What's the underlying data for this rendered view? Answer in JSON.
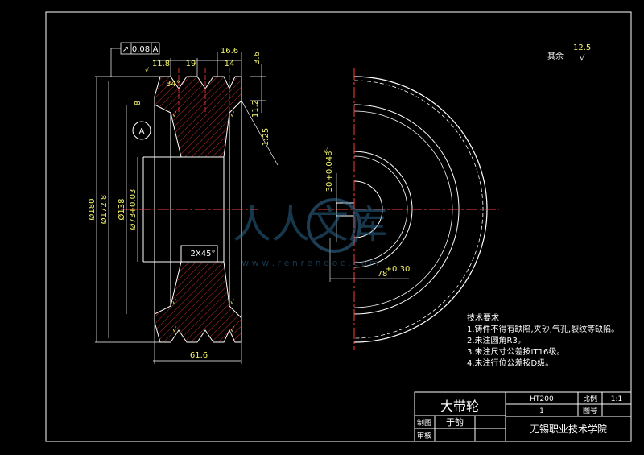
{
  "drawing": {
    "title_block": {
      "part_name": "大带轮",
      "material": "HT200",
      "scale_label": "比例",
      "scale_value": "1:1",
      "quantity": "1",
      "drawing_no_label": "图号",
      "drafter_label": "制图",
      "drafter_name": "于韵",
      "checker_label": "审核",
      "school": "无锡职业技术学院"
    },
    "notes": {
      "heading": "技术要求",
      "items": [
        "1.铸件不得有缺陷,夹砂,气孔,裂纹等缺陷。",
        "2.未注圆角R3。",
        "3.未注尺寸公差按IT16级。",
        "4.未注行位公差按D级。"
      ]
    },
    "roughness_note": {
      "label": "其余",
      "value": "12.5"
    },
    "geometric_tolerance": {
      "value": "0.08",
      "datum": "A"
    },
    "datum_label": "A",
    "dimensions": {
      "top_11_8": "11.8",
      "top_19": "19",
      "top_16_6": "16.6",
      "top_14": "14",
      "right_3_6": "3.6",
      "right_11_2": "11.2",
      "taper": "1:25",
      "width_61_6": "61.6",
      "left_8": "8",
      "dia_180": "Ø180",
      "dia_172_8": "Ø172.8",
      "dia_138": "Ø138",
      "dia_73": "Ø73",
      "dia_73_tol": "+0.03",
      "chamfer": "2X45°",
      "keyway_30": "30",
      "keyway_30_tol": "+0.048",
      "keyway_78": "78",
      "keyway_78_tol": "+0.30",
      "groove_angle": "34°"
    },
    "watermark": {
      "text": "人人文库",
      "url": "w w w . r e n r e n d o c . c o m"
    }
  }
}
